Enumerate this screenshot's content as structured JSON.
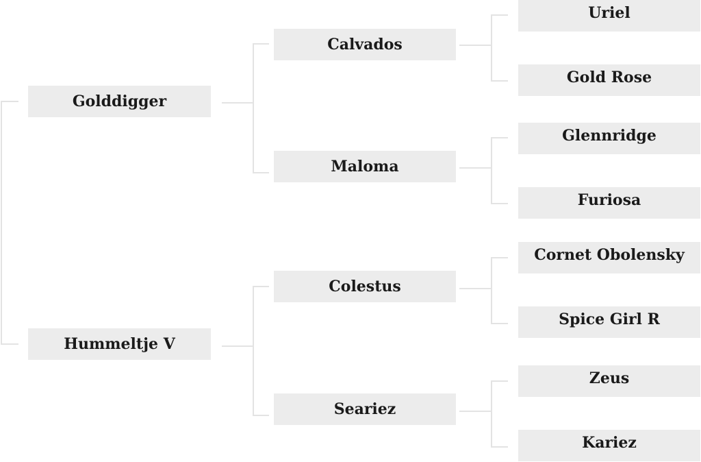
{
  "pedigree": {
    "sire": {
      "name": "Golddigger",
      "sire": {
        "name": "Calvados",
        "sire": {
          "name": "Uriel"
        },
        "dam": {
          "name": "Gold Rose"
        }
      },
      "dam": {
        "name": "Maloma",
        "sire": {
          "name": "Glennridge"
        },
        "dam": {
          "name": "Furiosa"
        }
      }
    },
    "dam": {
      "name": "Hummeltje V",
      "sire": {
        "name": "Colestus",
        "sire": {
          "name": "Cornet Obolensky"
        },
        "dam": {
          "name": "Spice Girl R"
        }
      },
      "dam": {
        "name": "Seariez",
        "sire": {
          "name": "Zeus"
        },
        "dam": {
          "name": "Kariez"
        }
      }
    }
  },
  "colors": {
    "node_background": "#ececec",
    "connector": "#e3e3e3",
    "text": "#1a1a1a"
  }
}
